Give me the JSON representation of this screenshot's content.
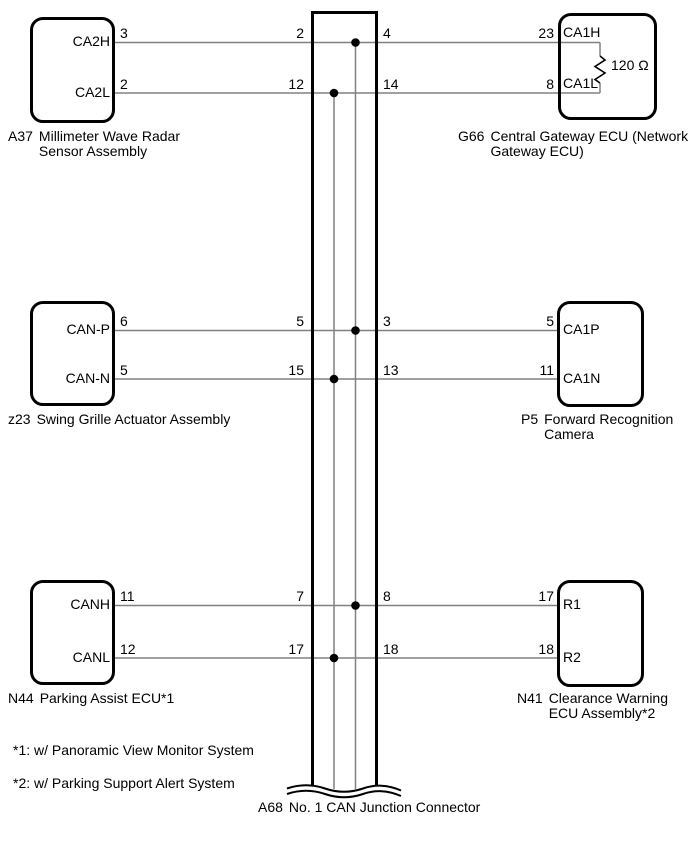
{
  "colors": {
    "wire_gray": "#808080",
    "ink_black": "#000000",
    "background": "#ffffff"
  },
  "components": {
    "a37": {
      "id": "A37",
      "name_lines": [
        "Millimeter Wave Radar",
        "Sensor Assembly"
      ],
      "terminals": [
        {
          "name": "CA2H",
          "pin": "3"
        },
        {
          "name": "CA2L",
          "pin": "2"
        }
      ]
    },
    "g66": {
      "id": "G66",
      "name_lines": [
        "Central Gateway ECU (Network",
        "Gateway ECU)"
      ],
      "terminals": [
        {
          "name": "CA1H",
          "pin": "23"
        },
        {
          "name": "CA1L",
          "pin": "8"
        }
      ],
      "resistor_label": "120 Ω"
    },
    "z23": {
      "id": "z23",
      "name_lines": [
        "Swing Grille Actuator Assembly"
      ],
      "terminals": [
        {
          "name": "CAN-P",
          "pin": "6"
        },
        {
          "name": "CAN-N",
          "pin": "5"
        }
      ]
    },
    "p5": {
      "id": "P5",
      "name_lines": [
        "Forward Recognition",
        "Camera"
      ],
      "terminals": [
        {
          "name": "CA1P",
          "pin": "5"
        },
        {
          "name": "CA1N",
          "pin": "11"
        }
      ]
    },
    "n44": {
      "id": "N44",
      "name_lines": [
        "Parking Assist ECU*1"
      ],
      "terminals": [
        {
          "name": "CANH",
          "pin": "11"
        },
        {
          "name": "CANL",
          "pin": "12"
        }
      ]
    },
    "n41": {
      "id": "N41",
      "name_lines": [
        "Clearance Warning",
        "ECU Assembly*2"
      ],
      "terminals": [
        {
          "name": "R1",
          "pin": "17"
        },
        {
          "name": "R2",
          "pin": "18"
        }
      ]
    }
  },
  "junction": {
    "id": "A68",
    "label": "No. 1 CAN Junction Connector",
    "pins_left": [
      "2",
      "12",
      "5",
      "15",
      "7",
      "17"
    ],
    "pins_right": [
      "4",
      "14",
      "3",
      "13",
      "8",
      "18"
    ]
  },
  "notes": [
    "*1: w/ Panoramic View Monitor System",
    "*2: w/ Parking Support Alert System"
  ]
}
